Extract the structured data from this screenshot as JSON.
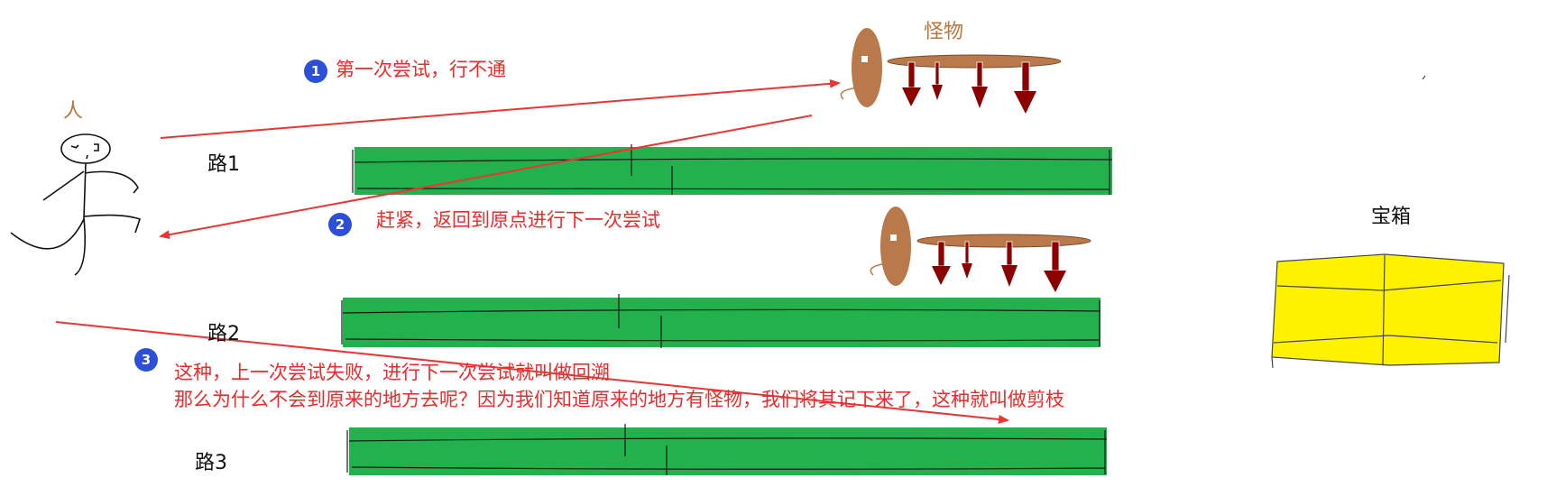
{
  "labels": {
    "person": "人",
    "monster": "怪物",
    "treasure": "宝箱",
    "road1": "路1",
    "road2": "路2",
    "road3": "路3"
  },
  "steps": [
    {
      "number": "1",
      "text": "第一次尝试，行不通"
    },
    {
      "number": "2",
      "text": "赶紧，返回到原点进行下一次尝试"
    },
    {
      "number": "3",
      "text": "这种，上一次尝试失败，进行下一次尝试就叫做回溯"
    }
  ],
  "pruning_note": "那么为什么不会到原来的地方去呢？因为我们知道原来的地方有怪物，我们将其记下来了，这种就叫做剪枝",
  "colors": {
    "road": "#22b14c",
    "treasure": "#fff200",
    "monster": "#b9794a",
    "arrow": "#ee3333",
    "spike": "#8b0000",
    "badge": "#2b4fd6"
  }
}
